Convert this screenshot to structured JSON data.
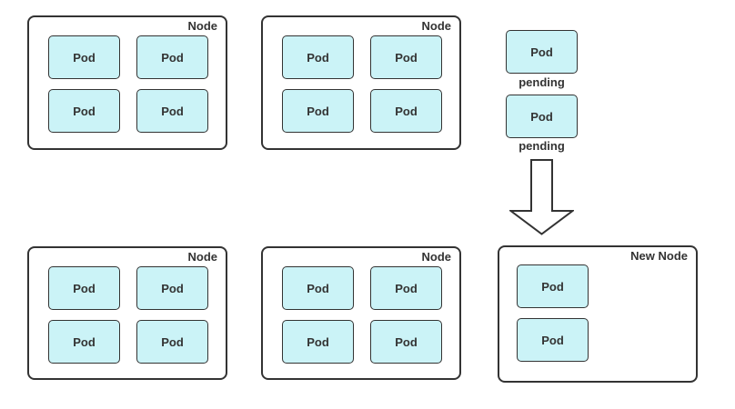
{
  "colors": {
    "pod_fill": "#cbf3f7",
    "pod_border": "#333333",
    "node_border": "#333333",
    "text": "#333333",
    "background": "#ffffff"
  },
  "top_row": {
    "nodes": [
      {
        "label": "Node",
        "pods": [
          "Pod",
          "Pod",
          "Pod",
          "Pod"
        ]
      },
      {
        "label": "Node",
        "pods": [
          "Pod",
          "Pod",
          "Pod",
          "Pod"
        ]
      }
    ]
  },
  "pending": {
    "pods": [
      {
        "label": "Pod",
        "status": "pending"
      },
      {
        "label": "Pod",
        "status": "pending"
      }
    ]
  },
  "arrow": {
    "icon": "arrow-down",
    "direction": "down"
  },
  "bottom_row": {
    "nodes": [
      {
        "label": "Node",
        "pods": [
          "Pod",
          "Pod",
          "Pod",
          "Pod"
        ]
      },
      {
        "label": "Node",
        "pods": [
          "Pod",
          "Pod",
          "Pod",
          "Pod"
        ]
      },
      {
        "label": "New Node",
        "pods": [
          "Pod",
          "Pod"
        ]
      }
    ]
  }
}
